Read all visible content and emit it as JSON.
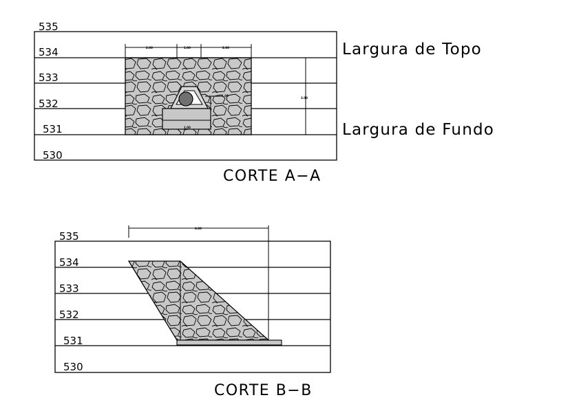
{
  "section_aa": {
    "levels": [
      "535",
      "534",
      "533",
      "532",
      "531",
      "530"
    ],
    "dimensions": {
      "top_left": "2.00",
      "top_mid": "1.00",
      "top_right": "2.00",
      "height": "3.00",
      "inner_height": "1.00",
      "base": "1.00"
    },
    "label_top": "Largura de Topo",
    "label_bottom": "Largura de Fundo",
    "caption": "CORTE A−A"
  },
  "section_bb": {
    "levels": [
      "535",
      "534",
      "533",
      "532",
      "531",
      "530"
    ],
    "dimensions": {
      "top": "6.00"
    },
    "caption": "CORTE B−B"
  }
}
